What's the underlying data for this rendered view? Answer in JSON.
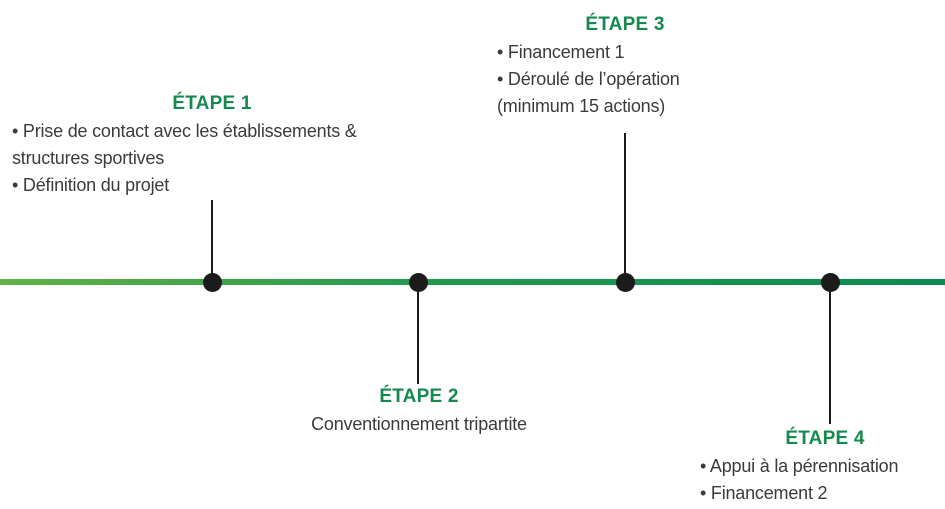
{
  "colors": {
    "heading_green": "#15894e",
    "body_text": "#3b3b3b",
    "marker_black": "#1b1b1b",
    "timeline_gradient_left": "#62b146",
    "timeline_gradient_mid": "#23994e",
    "timeline_gradient_right": "#0d8a52"
  },
  "timeline": {
    "steps": [
      {
        "title": "ÉTAPE 1",
        "placement": "above",
        "lines": [
          "• Prise de contact avec les établissements &",
          "structures sportives",
          "• Définition du projet"
        ]
      },
      {
        "title": "ÉTAPE 2",
        "placement": "below",
        "lines": [
          "Conventionnement tripartite"
        ]
      },
      {
        "title": "ÉTAPE 3",
        "placement": "above",
        "lines": [
          "• Financement 1",
          "• Déroulé de l’opération",
          "(minimum 15 actions)"
        ]
      },
      {
        "title": "ÉTAPE 4",
        "placement": "below",
        "lines": [
          "• Appui à la pérennisation",
          "• Financement 2"
        ]
      }
    ]
  }
}
